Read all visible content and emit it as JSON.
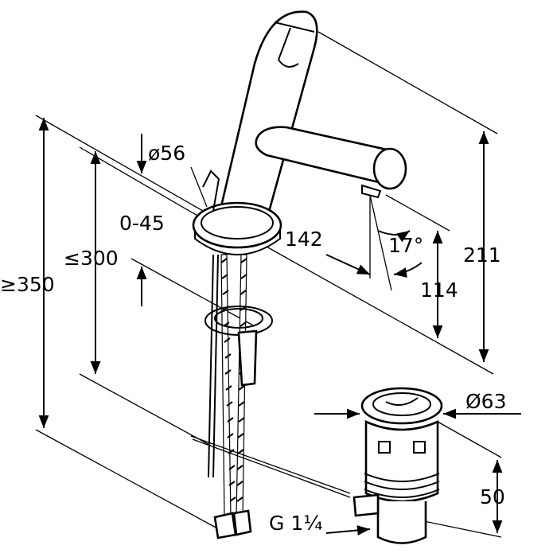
{
  "drawing": {
    "dimensions": {
      "diameter_base": "ø56",
      "angle_range": "0-45",
      "max_hole_depth": "≤300",
      "min_hose_length": "≥350",
      "spout_reach": "142",
      "spout_angle": "17°",
      "total_height": "211",
      "spout_height": "114",
      "waste_diameter": "Ø63",
      "waste_height": "50",
      "waste_thread": "G 1¼"
    }
  }
}
